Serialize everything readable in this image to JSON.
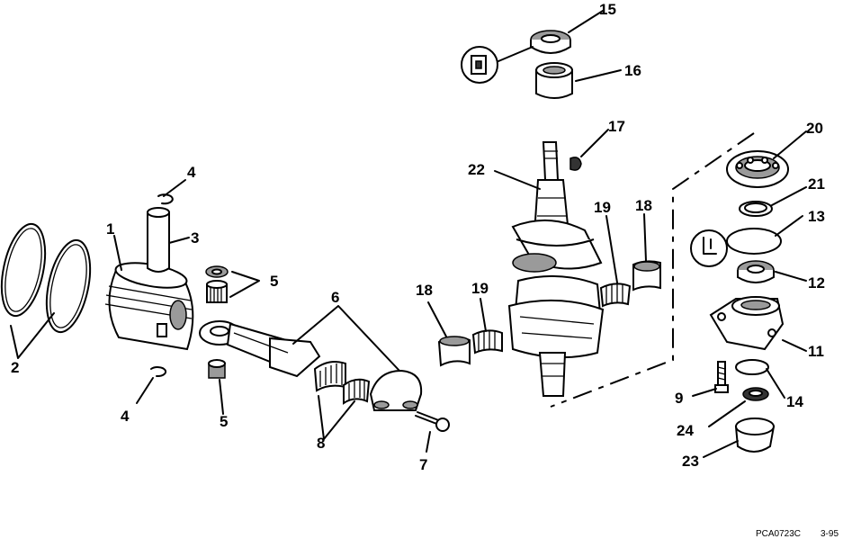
{
  "callouts": {
    "c1": "1",
    "c2": "2",
    "c3": "3",
    "c4a": "4",
    "c4b": "4",
    "c5a": "5",
    "c5b": "5",
    "c6": "6",
    "c7": "7",
    "c8": "8",
    "c9": "9",
    "c11": "11",
    "c12": "12",
    "c13": "13",
    "c14": "14",
    "c15": "15",
    "c16": "16",
    "c17": "17",
    "c18a": "18",
    "c18b": "18",
    "c19a": "19",
    "c19b": "19",
    "c20": "20",
    "c21": "21",
    "c22": "22",
    "c23": "23",
    "c24": "24"
  },
  "footer": {
    "drawing_code": "PCA0723C",
    "revision": "3-95"
  },
  "icons": {
    "sealant": "sealant-icon",
    "lubricant": "lubricant-icon"
  }
}
